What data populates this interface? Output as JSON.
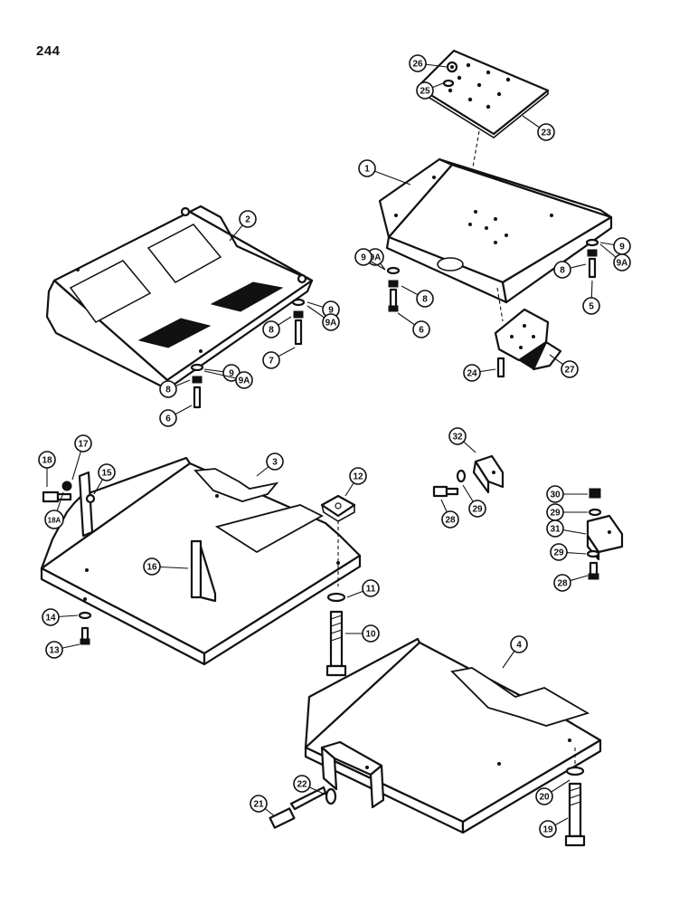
{
  "page": {
    "number": "244"
  },
  "callouts": [
    {
      "id": "c26",
      "label": "26"
    },
    {
      "id": "c25",
      "label": "25"
    },
    {
      "id": "c23",
      "label": "23"
    },
    {
      "id": "c1",
      "label": "1"
    },
    {
      "id": "c2",
      "label": "2"
    },
    {
      "id": "c9a_l",
      "label": "9A"
    },
    {
      "id": "c9_l",
      "label": "9"
    },
    {
      "id": "c9_r",
      "label": "9"
    },
    {
      "id": "c9a_r",
      "label": "9A"
    },
    {
      "id": "c8_r",
      "label": "8"
    },
    {
      "id": "c8_m",
      "label": "8"
    },
    {
      "id": "c5",
      "label": "5"
    },
    {
      "id": "c6_m",
      "label": "6"
    },
    {
      "id": "c27",
      "label": "27"
    },
    {
      "id": "c24",
      "label": "24"
    },
    {
      "id": "c9_2a",
      "label": "9"
    },
    {
      "id": "c9a_2a",
      "label": "9A"
    },
    {
      "id": "c8_2a",
      "label": "8"
    },
    {
      "id": "c7",
      "label": "7"
    },
    {
      "id": "c9_2b",
      "label": "9"
    },
    {
      "id": "c9a_2b",
      "label": "9A"
    },
    {
      "id": "c8_2b",
      "label": "8"
    },
    {
      "id": "c6_2b",
      "label": "6"
    },
    {
      "id": "c18",
      "label": "18"
    },
    {
      "id": "c17",
      "label": "17"
    },
    {
      "id": "c15",
      "label": "15"
    },
    {
      "id": "c18a",
      "label": "18A"
    },
    {
      "id": "c3",
      "label": "3"
    },
    {
      "id": "c12",
      "label": "12"
    },
    {
      "id": "c16",
      "label": "16"
    },
    {
      "id": "c11",
      "label": "11"
    },
    {
      "id": "c10",
      "label": "10"
    },
    {
      "id": "c14",
      "label": "14"
    },
    {
      "id": "c13",
      "label": "13"
    },
    {
      "id": "c32",
      "label": "32"
    },
    {
      "id": "c28_a",
      "label": "28"
    },
    {
      "id": "c29_a",
      "label": "29"
    },
    {
      "id": "c30",
      "label": "30"
    },
    {
      "id": "c29_b",
      "label": "29"
    },
    {
      "id": "c31",
      "label": "31"
    },
    {
      "id": "c29_c",
      "label": "29"
    },
    {
      "id": "c28_b",
      "label": "28"
    },
    {
      "id": "c4",
      "label": "4"
    },
    {
      "id": "c22",
      "label": "22"
    },
    {
      "id": "c21",
      "label": "21"
    },
    {
      "id": "c20",
      "label": "20"
    },
    {
      "id": "c19",
      "label": "19"
    }
  ]
}
